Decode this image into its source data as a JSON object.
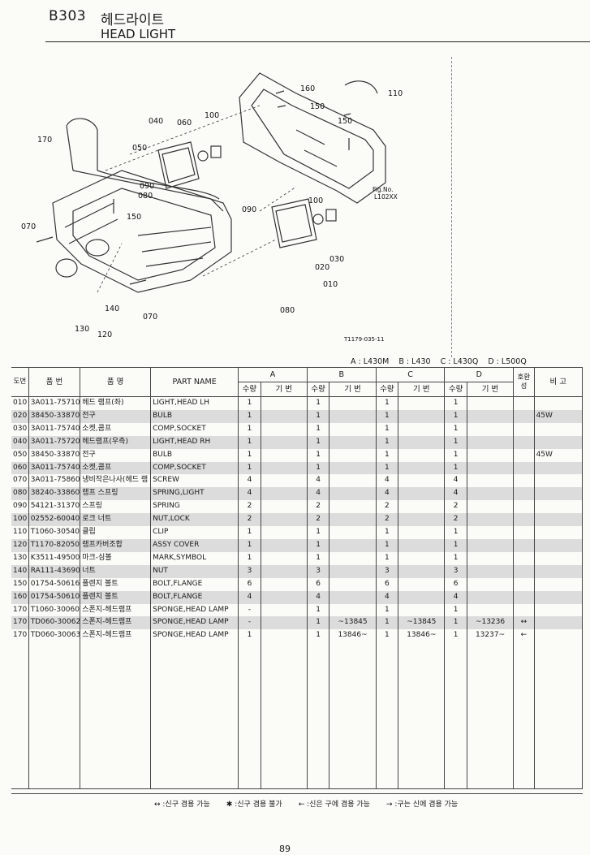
{
  "header": {
    "code": "B303",
    "title_kr": "헤드라이트",
    "title_en": "HEAD LIGHT"
  },
  "diagram": {
    "callouts": [
      "160",
      "150",
      "110",
      "040",
      "060",
      "100",
      "170",
      "050",
      "150",
      "090",
      "080",
      "070",
      "150",
      "090",
      "100",
      "030",
      "020",
      "010",
      "080",
      "140",
      "070",
      "130",
      "120"
    ],
    "fig_no_label": "Fig.No.",
    "fig_no": "L102XX",
    "drawing_id": "T1179-035-11"
  },
  "models": [
    "A : L430M",
    "B : L430",
    "C : L430Q",
    "D : L500Q"
  ],
  "table": {
    "headers": {
      "no": "도번",
      "part_no": "품 번",
      "name_kr": "품 명",
      "name_en": "PART NAME",
      "group_a": "A",
      "group_b": "B",
      "group_c": "C",
      "group_d": "D",
      "qty": "수량",
      "serial": "기 번",
      "interchange": "호환성",
      "remarks": "비 고"
    },
    "rows": [
      {
        "no": "010",
        "part": "3A011-75710",
        "kr": "헤드 램프(좌)",
        "en": "LIGHT,HEAD LH",
        "a": "1",
        "as": "",
        "b": "1",
        "bs": "",
        "c": "1",
        "cs": "",
        "d": "1",
        "ds": "",
        "ic": "",
        "rm": "",
        "shade": false
      },
      {
        "no": "020",
        "part": "38450-33870",
        "kr": "전구",
        "en": "BULB",
        "a": "1",
        "as": "",
        "b": "1",
        "bs": "",
        "c": "1",
        "cs": "",
        "d": "1",
        "ds": "",
        "ic": "",
        "rm": "45W",
        "shade": true
      },
      {
        "no": "030",
        "part": "3A011-75740",
        "kr": "소켓,콤프",
        "en": "COMP,SOCKET",
        "a": "1",
        "as": "",
        "b": "1",
        "bs": "",
        "c": "1",
        "cs": "",
        "d": "1",
        "ds": "",
        "ic": "",
        "rm": "",
        "shade": false
      },
      {
        "no": "040",
        "part": "3A011-75720",
        "kr": "헤드램프(우측)",
        "en": "LIGHT,HEAD RH",
        "a": "1",
        "as": "",
        "b": "1",
        "bs": "",
        "c": "1",
        "cs": "",
        "d": "1",
        "ds": "",
        "ic": "",
        "rm": "",
        "shade": true
      },
      {
        "no": "050",
        "part": "38450-33870",
        "kr": "전구",
        "en": "BULB",
        "a": "1",
        "as": "",
        "b": "1",
        "bs": "",
        "c": "1",
        "cs": "",
        "d": "1",
        "ds": "",
        "ic": "",
        "rm": "45W",
        "shade": false
      },
      {
        "no": "060",
        "part": "3A011-75740",
        "kr": "소켓,콤프",
        "en": "COMP,SOCKET",
        "a": "1",
        "as": "",
        "b": "1",
        "bs": "",
        "c": "1",
        "cs": "",
        "d": "1",
        "ds": "",
        "ic": "",
        "rm": "",
        "shade": true
      },
      {
        "no": "070",
        "part": "3A011-75860",
        "kr": "냉비작은나사(헤드 램",
        "en": "SCREW",
        "a": "4",
        "as": "",
        "b": "4",
        "bs": "",
        "c": "4",
        "cs": "",
        "d": "4",
        "ds": "",
        "ic": "",
        "rm": "",
        "shade": false
      },
      {
        "no": "080",
        "part": "38240-33860",
        "kr": "램프 스프링",
        "en": "SPRING,LIGHT",
        "a": "4",
        "as": "",
        "b": "4",
        "bs": "",
        "c": "4",
        "cs": "",
        "d": "4",
        "ds": "",
        "ic": "",
        "rm": "",
        "shade": true
      },
      {
        "no": "090",
        "part": "54121-31370",
        "kr": "스프링",
        "en": "SPRING",
        "a": "2",
        "as": "",
        "b": "2",
        "bs": "",
        "c": "2",
        "cs": "",
        "d": "2",
        "ds": "",
        "ic": "",
        "rm": "",
        "shade": false
      },
      {
        "no": "100",
        "part": "02552-60040",
        "kr": "로크 너트",
        "en": "NUT,LOCK",
        "a": "2",
        "as": "",
        "b": "2",
        "bs": "",
        "c": "2",
        "cs": "",
        "d": "2",
        "ds": "",
        "ic": "",
        "rm": "",
        "shade": true
      },
      {
        "no": "110",
        "part": "T1060-30540",
        "kr": "클립",
        "en": "CLIP",
        "a": "1",
        "as": "",
        "b": "1",
        "bs": "",
        "c": "1",
        "cs": "",
        "d": "1",
        "ds": "",
        "ic": "",
        "rm": "",
        "shade": false
      },
      {
        "no": "120",
        "part": "T1170-82050",
        "kr": "램프카버조합",
        "en": "ASSY COVER",
        "a": "1",
        "as": "",
        "b": "1",
        "bs": "",
        "c": "1",
        "cs": "",
        "d": "1",
        "ds": "",
        "ic": "",
        "rm": "",
        "shade": true
      },
      {
        "no": "130",
        "part": "K3511-49500",
        "kr": "마크-심볼",
        "en": "MARK,SYMBOL",
        "a": "1",
        "as": "",
        "b": "1",
        "bs": "",
        "c": "1",
        "cs": "",
        "d": "1",
        "ds": "",
        "ic": "",
        "rm": "",
        "shade": false
      },
      {
        "no": "140",
        "part": "RA111-43690",
        "kr": "너트",
        "en": "NUT",
        "a": "3",
        "as": "",
        "b": "3",
        "bs": "",
        "c": "3",
        "cs": "",
        "d": "3",
        "ds": "",
        "ic": "",
        "rm": "",
        "shade": true
      },
      {
        "no": "150",
        "part": "01754-50616",
        "kr": "플렌지 볼트",
        "en": "BOLT,FLANGE",
        "a": "6",
        "as": "",
        "b": "6",
        "bs": "",
        "c": "6",
        "cs": "",
        "d": "6",
        "ds": "",
        "ic": "",
        "rm": "",
        "shade": false
      },
      {
        "no": "160",
        "part": "01754-50610",
        "kr": "플렌지 볼트",
        "en": "BOLT,FLANGE",
        "a": "4",
        "as": "",
        "b": "4",
        "bs": "",
        "c": "4",
        "cs": "",
        "d": "4",
        "ds": "",
        "ic": "",
        "rm": "",
        "shade": true
      },
      {
        "no": "170",
        "part": "T1060-30060",
        "kr": "스폰지-헤드램프",
        "en": "SPONGE,HEAD LAMP",
        "a": "-",
        "as": "",
        "b": "1",
        "bs": "",
        "c": "1",
        "cs": "",
        "d": "1",
        "ds": "",
        "ic": "",
        "rm": "",
        "shade": false
      },
      {
        "no": "170",
        "part": "TD060-30062",
        "kr": "스폰지-헤드램프",
        "en": "SPONGE,HEAD LAMP",
        "a": "-",
        "as": "",
        "b": "1",
        "bs": "~13845",
        "c": "1",
        "cs": "~13845",
        "d": "1",
        "ds": "~13236",
        "ic": "↔",
        "rm": "",
        "shade": true
      },
      {
        "no": "170",
        "part": "TD060-30063",
        "kr": "스폰지-헤드램프",
        "en": "SPONGE,HEAD LAMP",
        "a": "1",
        "as": "",
        "b": "1",
        "bs": "13846~",
        "c": "1",
        "cs": "13846~",
        "d": "1",
        "ds": "13237~",
        "ic": "←",
        "rm": "",
        "shade": false
      }
    ]
  },
  "footnote": [
    "↔ :신구 겸용 가능",
    "✱ :신구 겸용 불가",
    "← :신은 구에 겸용 가능",
    "→ :구는 신에 겸용 가능"
  ],
  "page_number": "89"
}
